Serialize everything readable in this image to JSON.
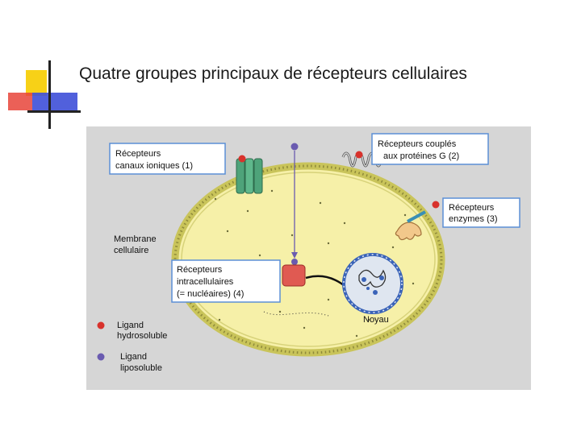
{
  "title": "Quatre groupes principaux de récepteurs cellulaires",
  "colors": {
    "accent_yellow": "#f7d117",
    "accent_red": "#e8443a",
    "accent_blue": "#3e4fd8",
    "figure_bg": "#d6d6d6",
    "cell_fill": "#f6f0a8",
    "box_border": "#5b8fd6",
    "ligand_hydro": "#d8322c",
    "ligand_lipo": "#6a5bb0"
  },
  "diagram": {
    "box_canaux": [
      "Récepteurs",
      "canaux ioniques (1)"
    ],
    "box_proteines_g": [
      "Récepteurs couplés",
      "aux protéines G (2)"
    ],
    "box_enzymes": [
      "Récepteurs",
      "enzymes (3)"
    ],
    "box_intracellulaires": [
      "Récepteurs",
      "intracellulaires",
      "(= nucléaires) (4)"
    ],
    "membrane_label": [
      "Membrane",
      "cellulaire"
    ],
    "noyau_label": "Noyau",
    "legend": [
      {
        "lines": [
          "Ligand",
          "hydrosoluble"
        ],
        "color": "#d8322c"
      },
      {
        "lines": [
          "Ligand",
          "liposoluble"
        ],
        "color": "#6a5bb0"
      }
    ]
  }
}
